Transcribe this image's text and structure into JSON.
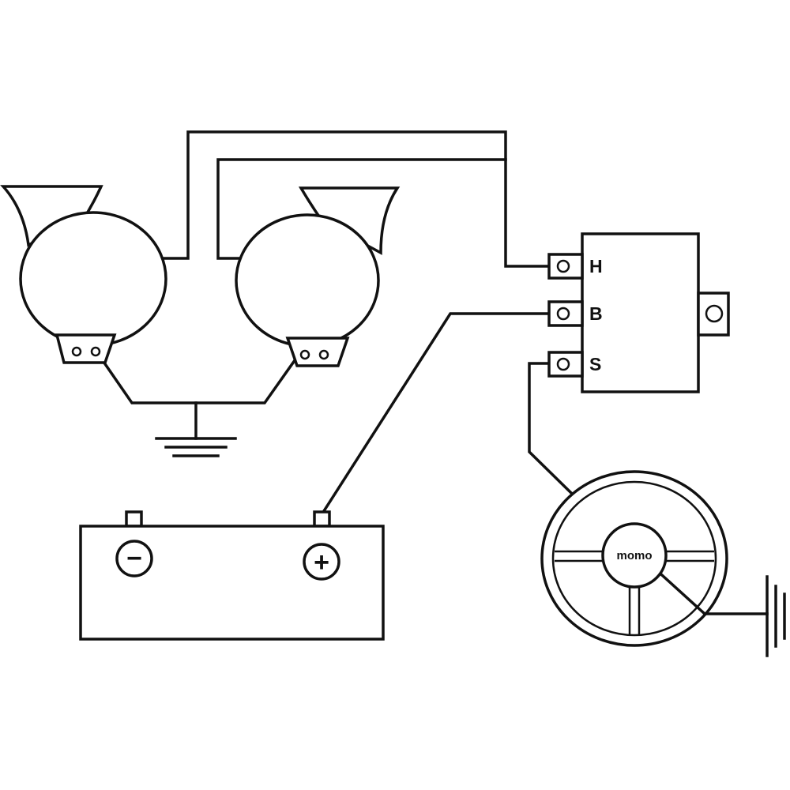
{
  "relay": {
    "terminals": {
      "h": "H",
      "b": "B",
      "s": "S"
    }
  },
  "steering_wheel": {
    "hub_label": "momo"
  },
  "battery": {
    "negative": "−",
    "positive": "+"
  },
  "colors": {
    "line": "#111111",
    "background": "#ffffff"
  }
}
